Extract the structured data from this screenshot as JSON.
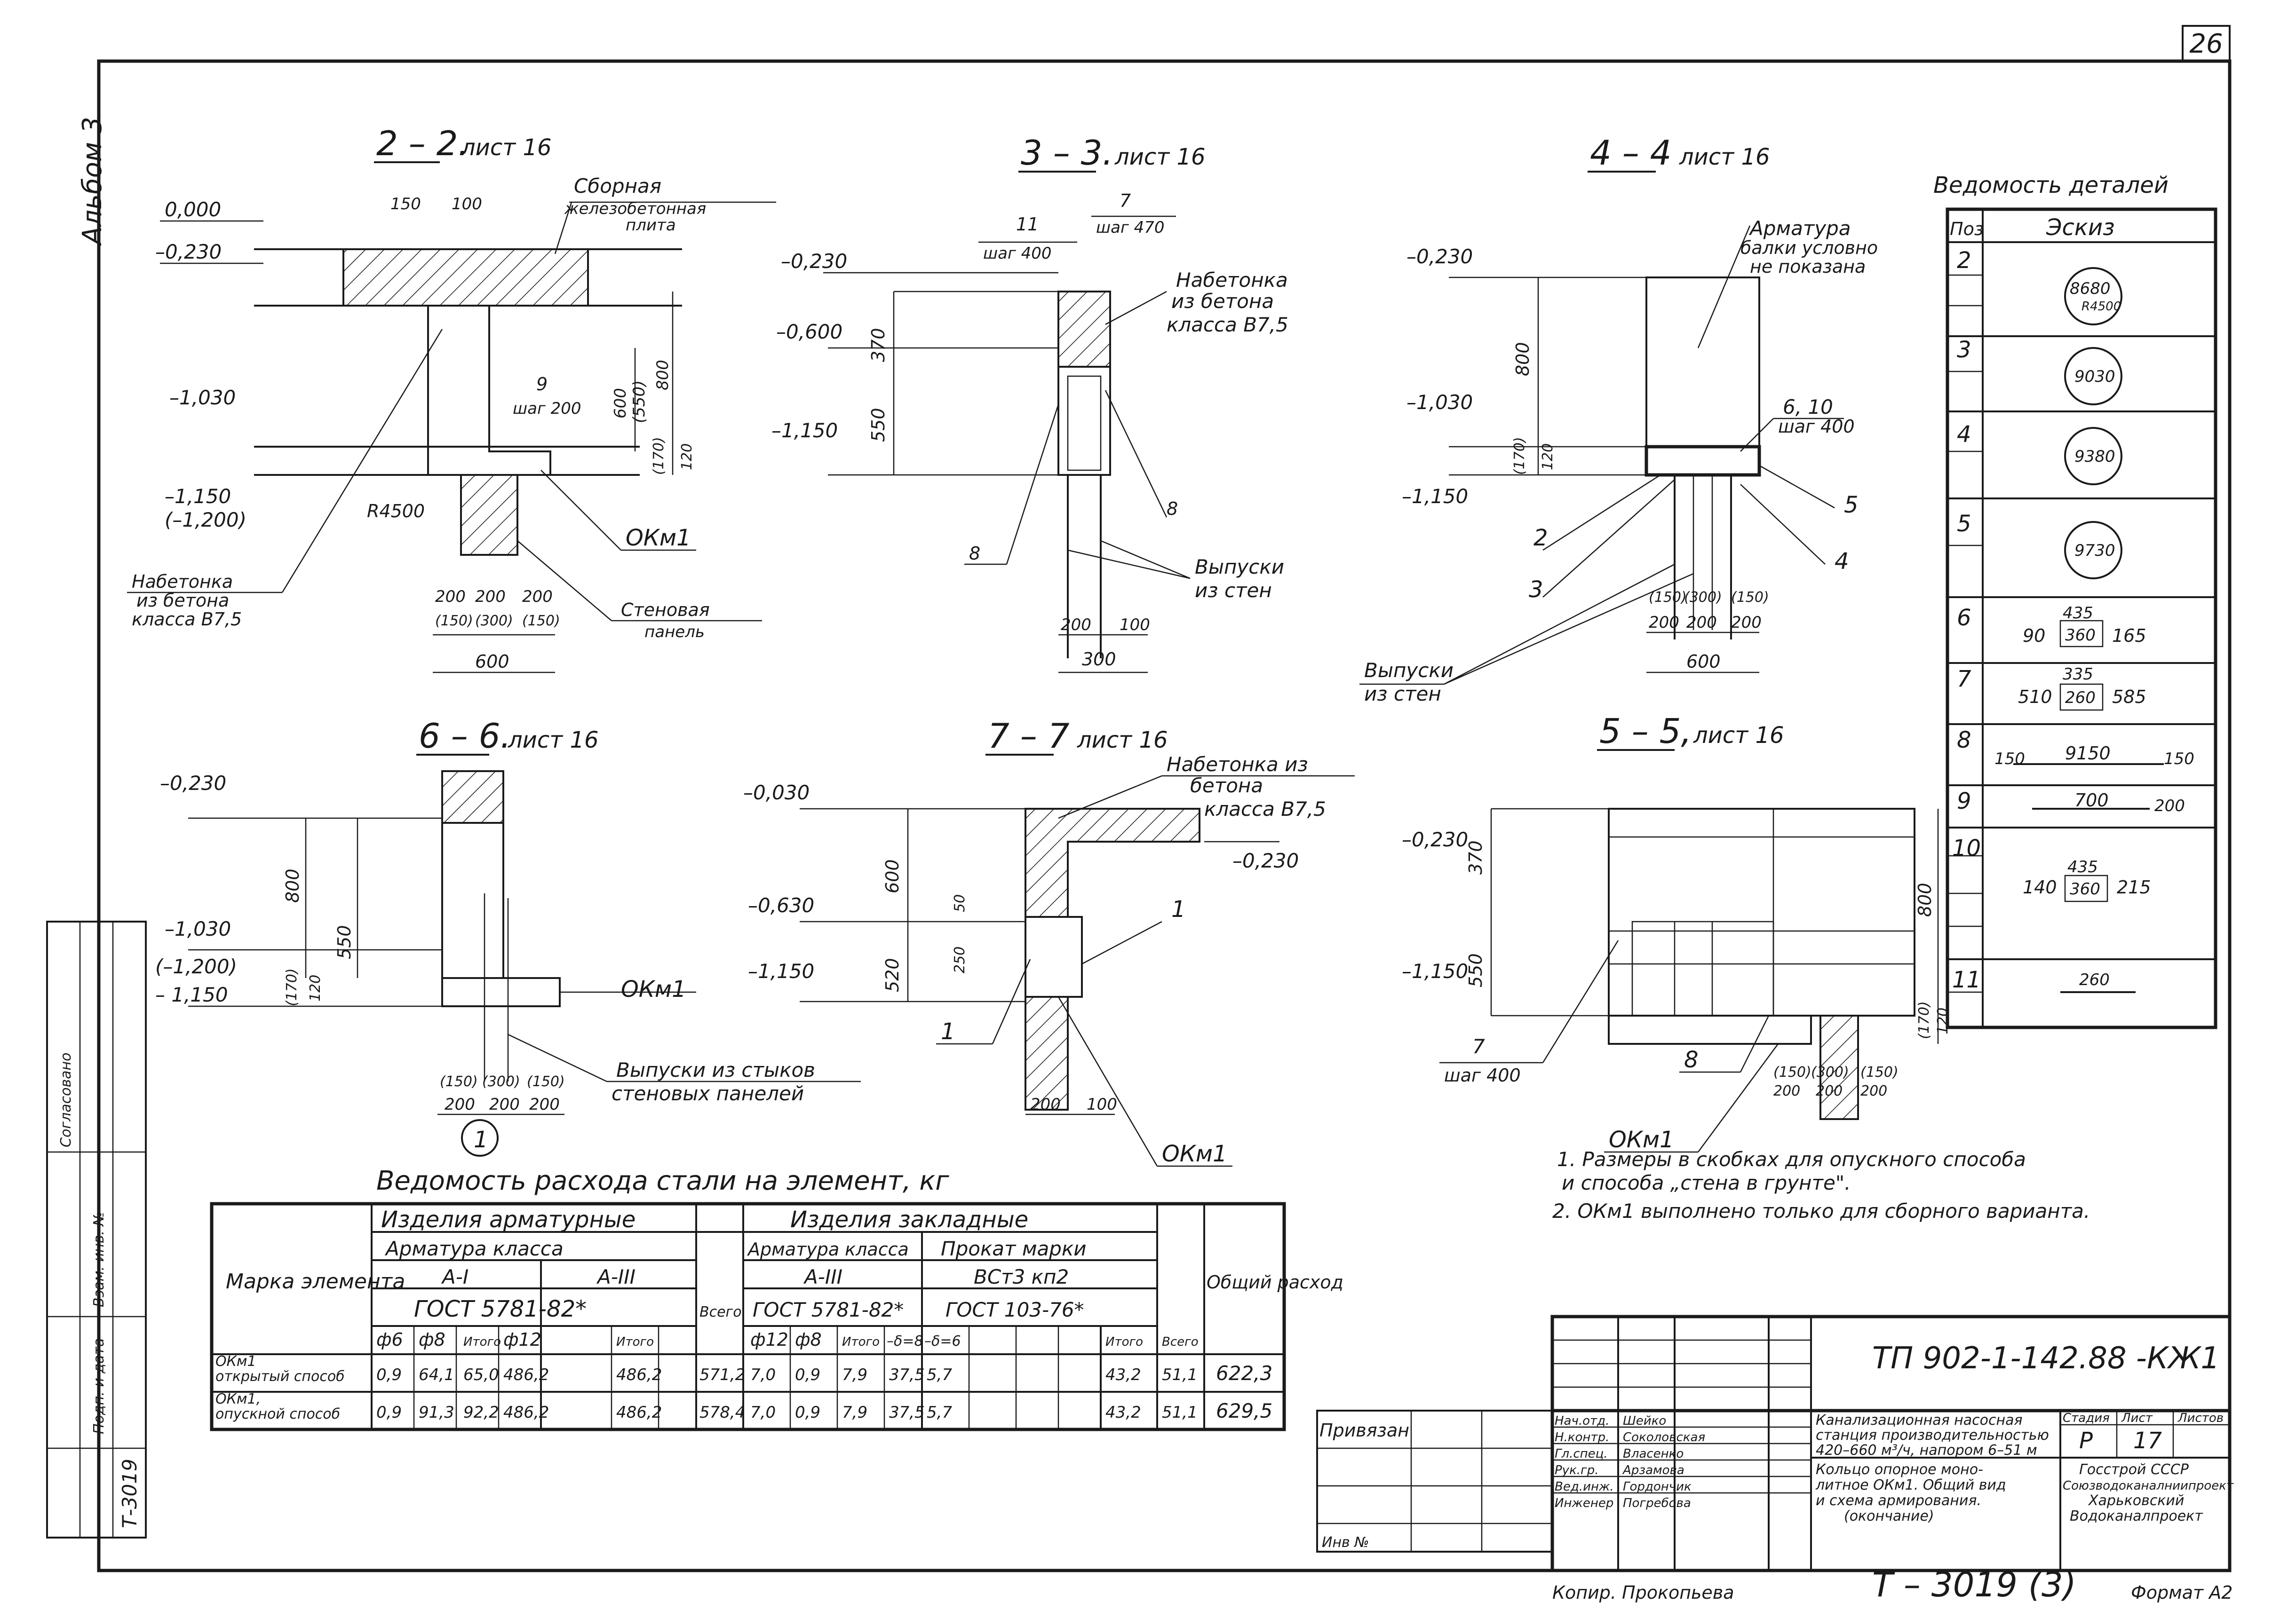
{
  "sheet_number": "26",
  "album_label": "Альбом 3",
  "sections": {
    "s22": {
      "title": "2 – 2.",
      "ref": "лист 16",
      "levels": [
        "0,000",
        "–0,230",
        "–1,030",
        "–1,150",
        "(–1,200)"
      ],
      "dims": [
        "150",
        "100",
        "9",
        "шаг 200",
        "600",
        "(550)",
        "800",
        "(170)",
        "120",
        "200",
        "200",
        "200",
        "(150)",
        "(300)",
        "(150)",
        "600"
      ],
      "radius": "R4500",
      "callouts": [
        "Сборная",
        "железобетонная",
        "плита",
        "ОКм1",
        "Набетонка",
        "из бетона",
        "класса В7,5",
        "Стеновая",
        "панель"
      ]
    },
    "s33": {
      "title": "3 – 3.",
      "ref": "лист 16",
      "levels": [
        "–0,230",
        "–0,600",
        "–1,150"
      ],
      "dims": [
        "11",
        "шаг 400",
        "7",
        "шаг 470",
        "370",
        "550",
        "200",
        "100",
        "300"
      ],
      "callouts": [
        "Набетонка",
        "из бетона",
        "класса В7,5",
        "8",
        "8",
        "Выпуски",
        "из стен"
      ]
    },
    "s44": {
      "title": "4 – 4",
      "ref": "лист 16",
      "levels": [
        "–0,230",
        "–1,030",
        "–1,150"
      ],
      "dims": [
        "800",
        "(170)",
        "120",
        "(150)",
        "(300)",
        "(150)",
        "200",
        "200",
        "200",
        "600"
      ],
      "callouts": [
        "Арматура",
        "балки условно",
        "не показана",
        "6, 10",
        "шаг 400",
        "5",
        "4",
        "2",
        "3",
        "Выпуски",
        "из стен"
      ]
    },
    "s66": {
      "title": "6 – 6.",
      "ref": "лист 16",
      "levels": [
        "–0,230",
        "–1,030",
        "(–1,200)",
        "– 1,150"
      ],
      "dims": [
        "800",
        "550",
        "(170)",
        "120",
        "(150)",
        "(300)",
        "(150)",
        "200",
        "200",
        "200"
      ],
      "callouts": [
        "ОКм1",
        "Выпуски из стыков",
        "стеновых панелей",
        "1"
      ]
    },
    "s77": {
      "title": "7 – 7",
      "ref": "лист 16",
      "levels": [
        "–0,030",
        "–0,230",
        "–0,630",
        "–1,150"
      ],
      "dims": [
        "600",
        "50",
        "250",
        "520",
        "200",
        "100"
      ],
      "callouts": [
        "Набетонка из",
        "бетона",
        "класса В7,5",
        "1",
        "1",
        "ОКм1"
      ]
    },
    "s55": {
      "title": "5 – 5,",
      "ref": "лист 16",
      "levels": [
        "–0,230",
        "–1,150"
      ],
      "dims": [
        "370",
        "550",
        "800",
        "(170)",
        "120",
        "(150)",
        "(300)",
        "(150)",
        "200",
        "200",
        "200",
        "7",
        "шаг 400"
      ],
      "callouts": [
        "8",
        "ОКм1"
      ]
    }
  },
  "details": {
    "title": "Ведомость деталей",
    "header": [
      "Поз",
      "Эскиз"
    ],
    "rows": [
      {
        "pos": "2",
        "sketch": [
          "8680",
          "R4500"
        ]
      },
      {
        "pos": "3",
        "sketch": [
          "9030"
        ]
      },
      {
        "pos": "4",
        "sketch": [
          "9380"
        ]
      },
      {
        "pos": "5",
        "sketch": [
          "9730"
        ]
      },
      {
        "pos": "6",
        "sketch": [
          "435",
          "90",
          "360",
          "165"
        ]
      },
      {
        "pos": "7",
        "sketch": [
          "335",
          "510",
          "260",
          "585"
        ]
      },
      {
        "pos": "8",
        "sketch": [
          "150",
          "9150",
          "150"
        ]
      },
      {
        "pos": "9",
        "sketch": [
          "700",
          "200"
        ]
      },
      {
        "pos": "10",
        "sketch": [
          "435",
          "140",
          "360",
          "215"
        ]
      },
      {
        "pos": "11",
        "sketch": [
          "260"
        ]
      }
    ]
  },
  "notes": [
    "1. Размеры в скобках для опускного способа",
    "и способа „стена в грунте\".",
    "2. ОКм1 выполнено только для сборного варианта."
  ],
  "steel": {
    "title": "Ведомость расхода стали на элемент, кг",
    "h_group1": "Изделия арматурные",
    "h_group2": "Изделия закладные",
    "h_sub1": "Арматура класса",
    "h_sub2": "Арматура класса",
    "h_sub3": "Прокат марки",
    "h_classes": [
      "А-I",
      "А-III",
      "А-III",
      "ВСт3 кп2"
    ],
    "h_gost": [
      "ГОСТ 5781-82*",
      "ГОСТ 5781-82*",
      "ГОСТ 103-76*"
    ],
    "h_mark": "Марка элемента",
    "h_total": "Всего",
    "h_all": "Общий расход",
    "cols": [
      "ф6",
      "ф8",
      "Итого",
      "ф12",
      "Итого",
      "ф12",
      "ф8",
      "Итого",
      "–δ=8",
      "–δ=6",
      "Итого",
      "Всего"
    ],
    "rows": [
      {
        "mark": [
          "ОКм1",
          "открытый способ"
        ],
        "vals": [
          "0,9",
          "64,1",
          "65,0",
          "486,2",
          "486,2",
          "571,2",
          "7,0",
          "0,9",
          "7,9",
          "37,5",
          "5,7",
          "43,2",
          "51,1",
          "622,3"
        ]
      },
      {
        "mark": [
          "ОКм1,",
          "опускной способ"
        ],
        "vals": [
          "0,9",
          "91,3",
          "92,2",
          "486,2",
          "486,2",
          "578,4",
          "7,0",
          "0,9",
          "7,9",
          "37,5",
          "5,7",
          "43,2",
          "51,1",
          "629,5"
        ]
      }
    ]
  },
  "title_block": {
    "code": "ТП 902-1-142.88 -КЖ1",
    "privyazan": "Привязан",
    "inv": "Инв №",
    "roles": [
      "Нач.отд.",
      "Н.контр.",
      "Гл.спец.",
      "Рук.гр.",
      "Вед.инж.",
      "Инженер"
    ],
    "names": [
      "Шейко",
      "Соколовская",
      "Власенко",
      "Арзамова",
      "Гордончик",
      "Погребова"
    ],
    "project": [
      "Канализационная насосная",
      "станция производительностью",
      "420–660 м³/ч, напором 6–51 м"
    ],
    "sheet_title": [
      "Кольцо опорное моно-",
      "литное ОКм1. Общий вид",
      "и схема армирования.",
      "(окончание)"
    ],
    "stage_hdr": [
      "Стадия",
      "Лист",
      "Листов"
    ],
    "stage": "Р",
    "sheet": "17",
    "org": [
      "Госстрой СССР",
      "Союзводоканалниипроект",
      "Харьковский",
      "Водоканалпроект"
    ]
  },
  "side_stamp": [
    "Т-3019",
    "Подп. и дата",
    "Взам. инв. №",
    "Согласовано"
  ],
  "footer": {
    "copied": "Копир. Прокопьева",
    "album_code": "Т – 3019 (3)",
    "format": "Формат А2"
  }
}
